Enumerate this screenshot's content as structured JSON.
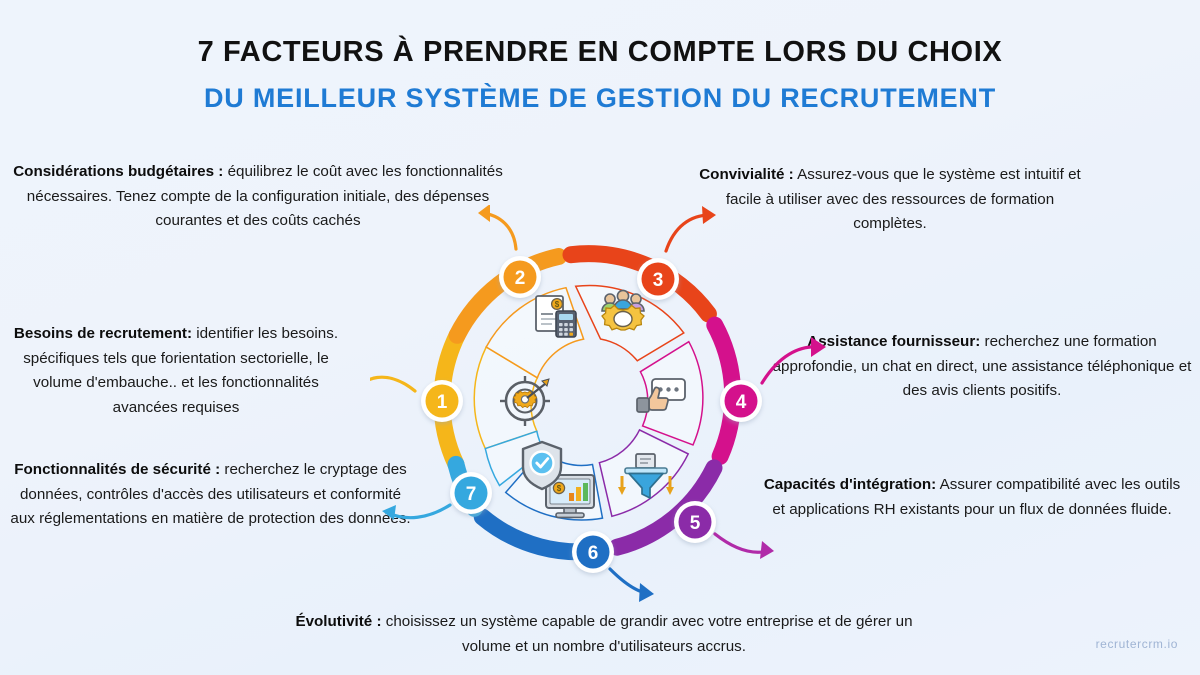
{
  "header": {
    "title_line1": "7 FACTEURS À PRENDRE EN COMPTE LORS DU CHOIX",
    "title_line2": "DU MEILLEUR SYSTÈME DE GESTION DU RECRUTEMENT",
    "title_color": "#111111",
    "subtitle_color": "#1F7BD4"
  },
  "watermark": "recrutercrm.io",
  "background_color": "#eef4fc",
  "diagram": {
    "type": "circular-process-wheel",
    "segment_count": 7,
    "segments": [
      {
        "number": "1",
        "color": "#F5B61A",
        "icon": "target-gear-arrow-icon",
        "heading": "Besoins de recrutement:",
        "body": " identifier les besoins. spécifiques tels que forientation sectorielle, le volume d'embauche.. et les fonctionnalités avancées requises"
      },
      {
        "number": "2",
        "color": "#F59A1E",
        "icon": "invoice-calculator-icon",
        "heading": "Considérations budgétaires :",
        "body": " équilibrez le coût avec les fonctionnalités nécessaires. Tenez compte de la configuration initiale, des dépenses courantes et des coûts cachés"
      },
      {
        "number": "3",
        "color": "#E8441A",
        "icon": "people-gear-icon",
        "heading": "Convivialité :",
        "body": " Assurez-vous que le système est intuitif et facile à utiliser avec des ressources de formation complètes."
      },
      {
        "number": "4",
        "color": "#D4118C",
        "icon": "thumbs-up-chat-icon",
        "heading": "Assistance fournisseur:",
        "body": " recherchez une formation approfondie, un chat en direct, une assistance téléphonique et des avis clients positifs."
      },
      {
        "number": "5",
        "color": "#8B2BA8",
        "icon": "data-funnel-icon",
        "heading": "Capacités d'intégration:",
        "body": " Assurer compatibilité avec les outils et applications RH existants pour un flux de données fluide."
      },
      {
        "number": "6",
        "color": "#1F6FC4",
        "icon": "monitor-analytics-icon",
        "heading": "Évolutivité :",
        "body": " choisissez un système capable de grandir avec votre entreprise et de gérer un volume et un nombre d'utilisateurs accrus."
      },
      {
        "number": "7",
        "color": "#35A8DF",
        "icon": "shield-check-icon",
        "heading": "Fonctionnalités de sécurité :",
        "body": " recherchez le cryptage des données, contrôles d'accès des utilisateurs et conformité aux réglementations en matière de protection des données."
      }
    ]
  },
  "blurbs": {
    "budget": {
      "heading": "Considérations budgétaires :",
      "body": " équilibrez le coût avec les fonctionnalités nécessaires. Tenez compte de la configuration initiale, des dépenses courantes et des coûts cachés"
    },
    "usability": {
      "heading": "Convivialité :",
      "body": " Assurez-vous que le système est intuitif et facile à utiliser avec des ressources de formation complètes."
    },
    "needs": {
      "heading": "Besoins de recrutement:",
      "body": " identifier les besoins. spécifiques tels que forientation sectorielle, le volume d'embauche.. et les fonctionnalités avancées requises"
    },
    "support": {
      "heading": "Assistance fournisseur:",
      "body": " recherchez une formation approfondie, un chat en direct, une assistance téléphonique et des avis clients positifs."
    },
    "security": {
      "heading": "Fonctionnalités de sécurité :",
      "body": " recherchez le cryptage des données, contrôles d'accès des utilisateurs et conformité aux réglementations en matière de protection des données."
    },
    "integration": {
      "heading": "Capacités d'intégration:",
      "body": " Assurer compatibilité avec les outils et applications RH existants pour un flux de données fluide."
    },
    "scalability": {
      "heading": "Évolutivité :",
      "body": " choisissez un système capable de grandir avec votre entreprise et de gérer un volume et un nombre d'utilisateurs accrus."
    }
  }
}
